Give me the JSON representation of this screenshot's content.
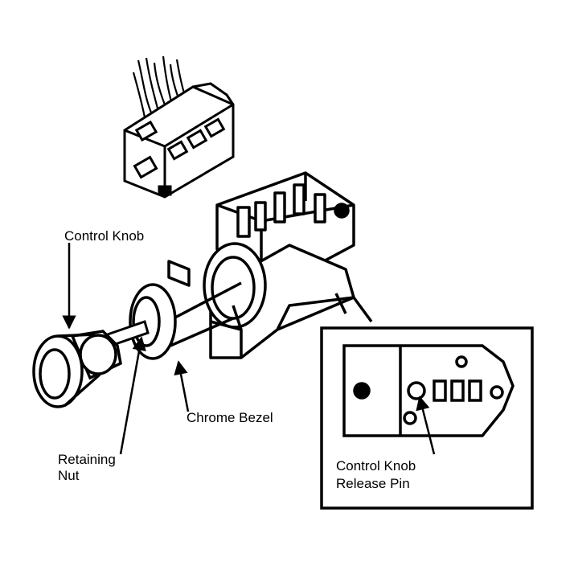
{
  "labels": {
    "control_knob": "Control Knob",
    "chrome_bezel": "Chrome Bezel",
    "retaining_nut_line1": "Retaining",
    "retaining_nut_line2": "Nut",
    "release_pin_line1": "Control Knob",
    "release_pin_line2": "Release Pin"
  },
  "colors": {
    "ink": "#000000",
    "paper": "#ffffff"
  }
}
